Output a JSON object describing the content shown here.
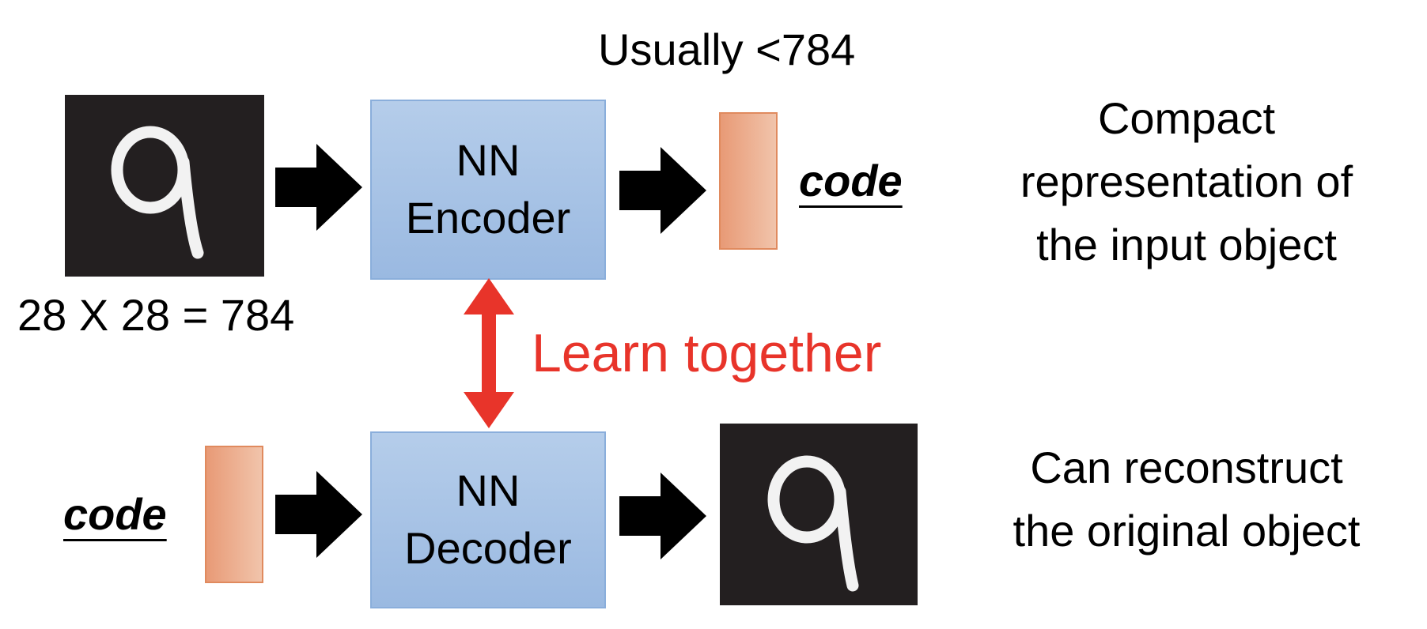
{
  "top_note": "Usually <784",
  "input_size_label": "28 X 28 = 784",
  "encoder": {
    "line1": "NN",
    "line2": "Encoder"
  },
  "decoder": {
    "line1": "NN",
    "line2": "Decoder"
  },
  "code_label_top": "code",
  "code_label_bottom": "code",
  "learn_together": "Learn together",
  "compact_desc": [
    "Compact",
    "representation of",
    "the input object"
  ],
  "reconstruct_desc": [
    "Can reconstruct",
    "the original object"
  ],
  "colors": {
    "box_fill": "#a8c4e6",
    "code_fill": "#eda886",
    "learn_red": "#e8342a",
    "digit_bg": "#231f20"
  }
}
